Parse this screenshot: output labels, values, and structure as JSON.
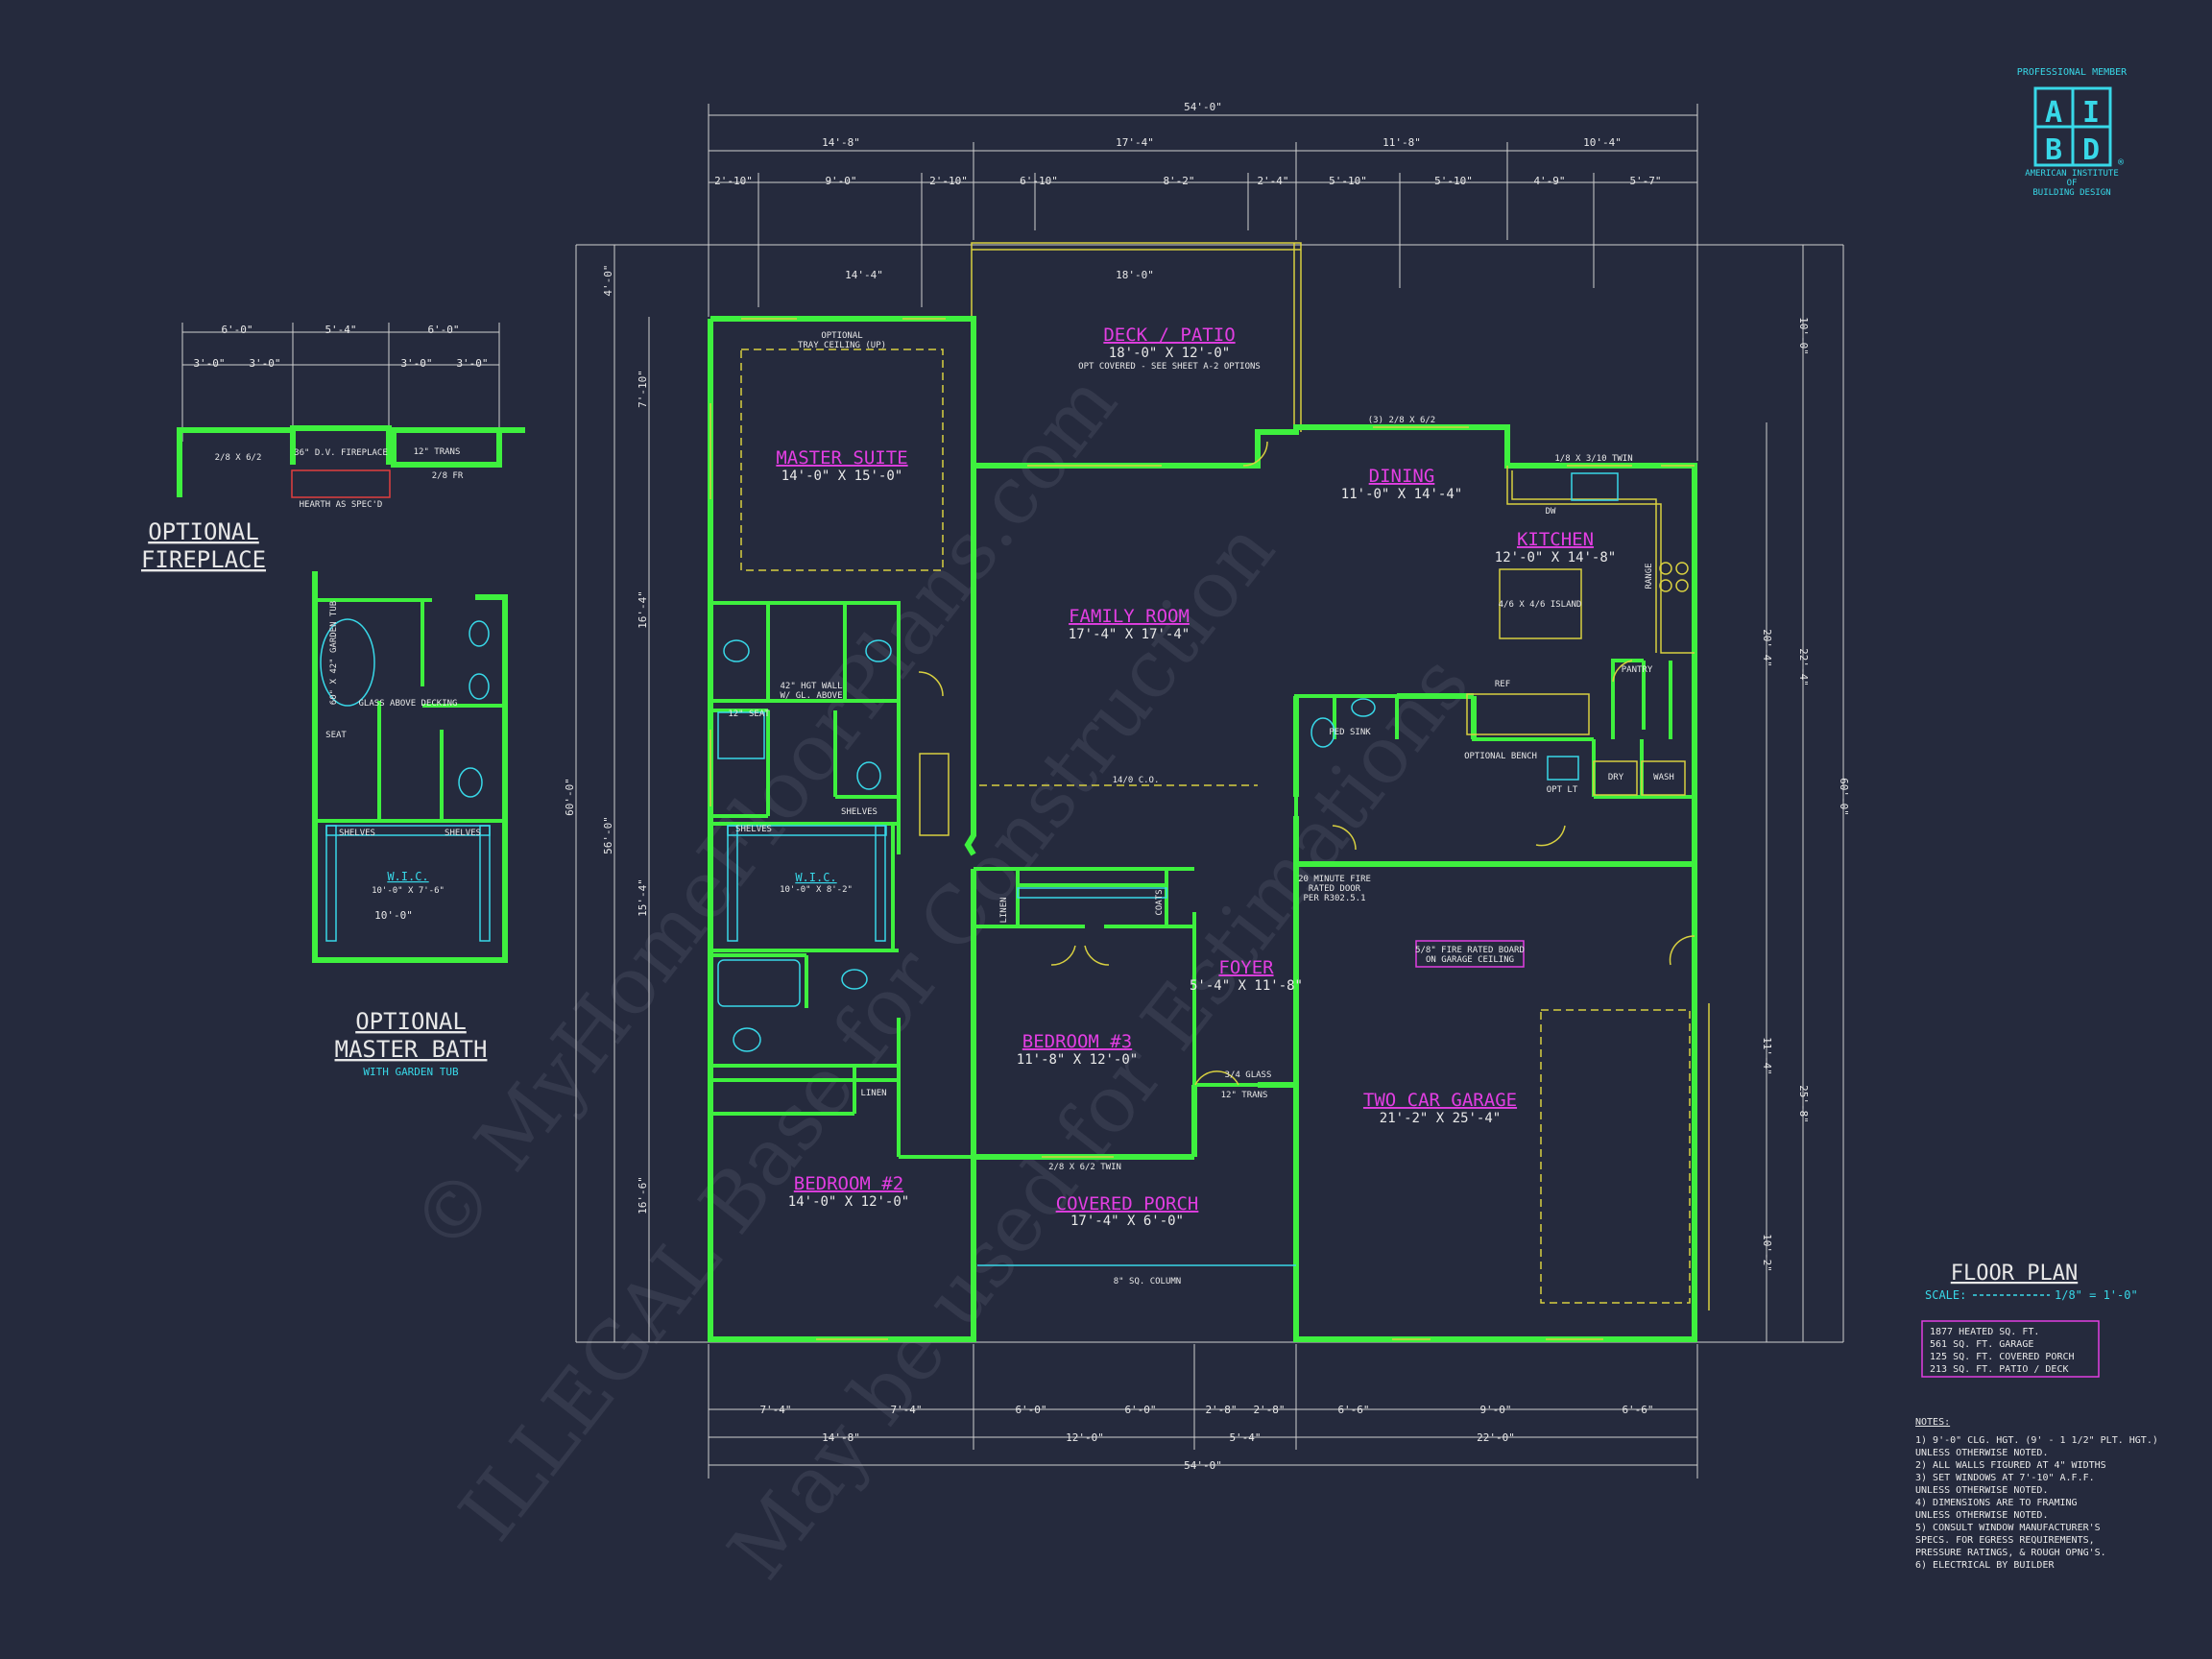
{
  "watermark": {
    "line1": "© MyHomeFloorPlans.com",
    "line2": "ILLEGAL Base for Construction",
    "line3": "May be used for Estimations"
  },
  "logo": {
    "top": "PROFESSIONAL MEMBER",
    "letters": [
      "A",
      "I",
      "B",
      "D"
    ],
    "registered": "®",
    "org_line1": "AMERICAN INSTITUTE",
    "org_line2": "OF",
    "org_line3": "BUILDING DESIGN"
  },
  "rooms": {
    "deck": {
      "name": "DECK / PATIO",
      "size": "18'-0\" X 12'-0\"",
      "note": "OPT COVERED - SEE SHEET A-2 OPTIONS"
    },
    "master_suite": {
      "name": "MASTER SUITE",
      "size": "14'-0\" X 15'-0\"",
      "note1": "OPTIONAL",
      "note2": "TRAY CEILING (UP)"
    },
    "dining": {
      "name": "DINING",
      "size": "11'-0\" X 14'-4\""
    },
    "kitchen": {
      "name": "KITCHEN",
      "size": "12'-0\" X 14'-8\""
    },
    "family_room": {
      "name": "FAMILY ROOM",
      "size": "17'-4\" X 17'-4\""
    },
    "foyer": {
      "name": "FOYER",
      "size": "5'-4\" X 11'-8\""
    },
    "bedroom3": {
      "name": "BEDROOM #3",
      "size": "11'-8\" X 12'-0\""
    },
    "garage": {
      "name": "TWO CAR GARAGE",
      "size": "21'-2\" X 25'-4\"",
      "note1": "5/8\" FIRE RATED BOARD",
      "note2": "ON GARAGE CEILING"
    },
    "bedroom2": {
      "name": "BEDROOM #2",
      "size": "14'-0\" X 12'-0\""
    },
    "porch": {
      "name": "COVERED PORCH",
      "size": "17'-4\" X 6'-0\"",
      "note": "8\" SQ. COLUMN"
    },
    "wic": {
      "name": "W.I.C.",
      "size": "10'-0\" X 8'-2\""
    }
  },
  "fixtures": {
    "island": "4/6 X 4/6 ISLAND",
    "pantry": "PANTRY",
    "ref": "REF",
    "dw": "DW",
    "range": "RANGE",
    "dry": "DRY",
    "wash": "WASH",
    "opt_bench": "OPTIONAL BENCH",
    "opt_lt": "OPT LT",
    "ped_sink": "PED SINK",
    "linen1": "LINEN",
    "linen2": "LINEN",
    "coats": "COATS",
    "shelves1": "SHELVES",
    "shelves2": "SHELVES",
    "seat": "12\" SEAT",
    "hgt_wall": "42\" HGT WALL",
    "gl_above": "W/ GL. ABOVE",
    "fire_door1": "20 MINUTE FIRE",
    "fire_door2": "RATED DOOR",
    "fire_door3": "PER R302.5.1",
    "trans": "12\" TRANS",
    "glass_door": "3/4 GLASS",
    "twin_top": "(3) 2/8 X 6/2",
    "twin_kitchen": "1/8 X 3/10 TWIN",
    "window_bottom": "2/8 X 6/2 TWIN",
    "co": "14/0 C.O."
  },
  "dimensions": {
    "overall": "54'-0\"",
    "top_row1": [
      "14'-8\"",
      "17'-4\"",
      "11'-8\"",
      "10'-4\""
    ],
    "top_row2": [
      "2'-10\"",
      "9'-0\"",
      "2'-10\"",
      "6'-10\"",
      "8'-2\"",
      "2'-4\"",
      "5'-10\"",
      "5'-10\"",
      "4'-9\"",
      "5'-7\""
    ],
    "deck_w": "18'-0\"",
    "ms_w": "14'-4\"",
    "bottom_row1": [
      "7'-4\"",
      "7'-4\"",
      "6'-0\"",
      "6'-0\"",
      "2'-8\"",
      "2'-8\"",
      "6'-6\"",
      "9'-0\"",
      "6'-6\""
    ],
    "bottom_row2": [
      "14'-8\"",
      "12'-0\"",
      "5'-4\"",
      "22'-0\""
    ],
    "left_total": "60'-0\"",
    "left_sub": "56'-0\"",
    "left_deck": "4'-0\"",
    "left_a": "7'-10\"",
    "left_b": "16'-4\"",
    "left_c": "15'-4\"",
    "left_d": "16'-6\"",
    "right_total": "60'-0\"",
    "right_a": "10'-0\"",
    "right_b": "20'-4\"",
    "right_c": "22'-4\"",
    "right_d": "25'-8\"",
    "right_e": "10'-2\"",
    "right_f": "11'-4\""
  },
  "optional_fireplace": {
    "title1": "OPTIONAL",
    "title2": "FIREPLACE",
    "dims_top": [
      "6'-0\"",
      "5'-4\"",
      "6'-0\""
    ],
    "dims_sub": [
      "3'-0\"",
      "3'-0\"",
      "3'-0\"",
      "3'-0\""
    ],
    "fireplace": "36\" D.V. FIREPLACE",
    "hearth": "HEARTH AS SPEC'D",
    "window": "2/8 X 6/2",
    "trans": "12\" TRANS",
    "door": "2/8 FR"
  },
  "optional_bath": {
    "title1": "OPTIONAL",
    "title2": "MASTER BATH",
    "subtitle": "WITH GARDEN TUB",
    "tub": "60\" X 42\" GARDEN TUB",
    "glass": "GLASS ABOVE DECKING",
    "seat": "SEAT",
    "shelves1": "SHELVES",
    "shelves2": "SHELVES",
    "wic": "W.I.C.",
    "wic_size": "10'-0\" X 7'-6\"",
    "wic_w": "10'-0\""
  },
  "floor_plan": {
    "title": "FLOOR PLAN",
    "scale_label": "SCALE:",
    "scale_value": "1/8\" = 1'-0\""
  },
  "areas": [
    "1877 HEATED SQ. FT.",
    "561 SQ. FT. GARAGE",
    "125 SQ. FT. COVERED PORCH",
    "213 SQ. FT. PATIO / DECK"
  ],
  "notes": {
    "heading": "NOTES:",
    "items": [
      "1) 9'-0\" CLG. HGT. (9' - 1 1/2\" PLT. HGT.)",
      "   UNLESS OTHERWISE NOTED.",
      "2) ALL WALLS FIGURED AT 4\" WIDTHS",
      "3) SET WINDOWS AT 7'-10\" A.F.F.",
      "   UNLESS OTHERWISE NOTED.",
      "4) DIMENSIONS ARE TO FRAMING",
      "   UNLESS OTHERWISE NOTED.",
      "5) CONSULT WINDOW MANUFACTURER'S",
      "   SPECS. FOR EGRESS REQUIREMENTS,",
      "   PRESSURE RATINGS, & ROUGH OPNG'S.",
      "6) ELECTRICAL BY BUILDER"
    ]
  },
  "colors": {
    "background": "#252a3d",
    "walls": "#3ef03e",
    "room_labels": "#e23ee2",
    "cyan": "#38d8e8",
    "yellow": "#d8d040"
  }
}
